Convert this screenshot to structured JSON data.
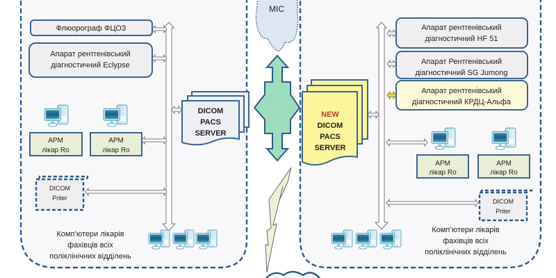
{
  "colors": {
    "zone_border": "#2e5a8c",
    "zone_fill": "#f8f8fb",
    "box_border": "#3b6391",
    "box_fill_grey": "#efeff1",
    "box_fill_yellow": "#fbf9d8",
    "arm_fill": "#e9eed6",
    "server_fill_left": "#eef0f4",
    "server_fill_new": "#fbf59c",
    "green_arrow": "#9ddcbc",
    "cloud_fill": "#dde6f2",
    "lightning_fill": "#eef0d8",
    "new_label": "#c0392b",
    "yellow_arrow": "#f5e600"
  },
  "cloud": {
    "label": "MIC"
  },
  "left_zone": {
    "devices": [
      {
        "line1": "Флюорограф ФЦОЗ",
        "line2": ""
      },
      {
        "line1": "Апарат рентгенівський",
        "line2": "діагностичний  Eclypse"
      }
    ],
    "workstations": [
      {
        "line1": "АРМ",
        "line2": "лікар Ro"
      },
      {
        "line1": "АРМ",
        "line2": "лікар Ro"
      }
    ],
    "printer": {
      "line1": "DICOM",
      "line2": "Priter"
    },
    "server": {
      "line1": "DICOM",
      "line2": "PACS",
      "line3": "SERVER"
    },
    "footer": {
      "line1": "Комп’ютери лікарів",
      "line2": "фахівців всіх",
      "line3": "поліклінічних відділень"
    }
  },
  "right_zone": {
    "devices": [
      {
        "line1": "Апарат рентгенівський",
        "line2": "діагностичний  HF 51",
        "highlight": false
      },
      {
        "line1": "Апарат Рентгенівський",
        "line2": "діагностичний  SG Jumong",
        "highlight": false
      },
      {
        "line1": "Апарат рентгенівський",
        "line2": "діагностичний  КРДЦ-Альфа",
        "highlight": true
      }
    ],
    "workstations": [
      {
        "line1": "АРМ",
        "line2": "лікар Ro"
      },
      {
        "line1": "АРМ",
        "line2": "лікар Ro"
      }
    ],
    "printer": {
      "line1": "DICOM",
      "line2": "Priter"
    },
    "server": {
      "badge": "NEW",
      "line1": "DICOM",
      "line2": "PACS",
      "line3": "SERVER"
    },
    "footer": {
      "line1": "Комп’ютери лікарів",
      "line2": "фахівців всіх",
      "line3": "поліклінічних відділень"
    }
  }
}
